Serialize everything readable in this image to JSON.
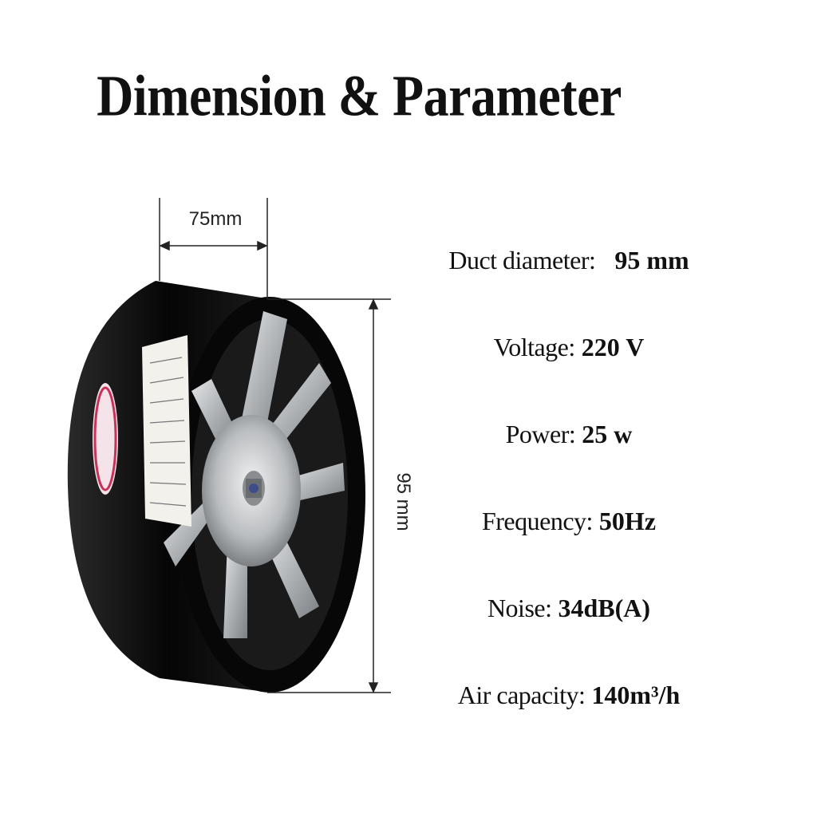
{
  "title": "Dimension & Parameter",
  "dimensions": {
    "width_label": "75mm",
    "height_label": "95 mm"
  },
  "parameters": [
    {
      "label": "Duct diameter:",
      "value": "95 mm"
    },
    {
      "label": "Voltage:",
      "value": "220 V"
    },
    {
      "label": "Power:",
      "value": "25 w"
    },
    {
      "label": "Frequency:",
      "value": "50Hz"
    },
    {
      "label": "Noise:",
      "value": "34dB(A)"
    },
    {
      "label": "Air capacity:",
      "value": "140m³/h"
    }
  ],
  "colors": {
    "background": "#ffffff",
    "fan_body": "#0d0d0d",
    "blade": "#b8bcc0",
    "dimension_line": "#222222"
  },
  "icons": [
    "inline-duct-fan-image",
    "label-sticker",
    "red-seal-stamp"
  ]
}
